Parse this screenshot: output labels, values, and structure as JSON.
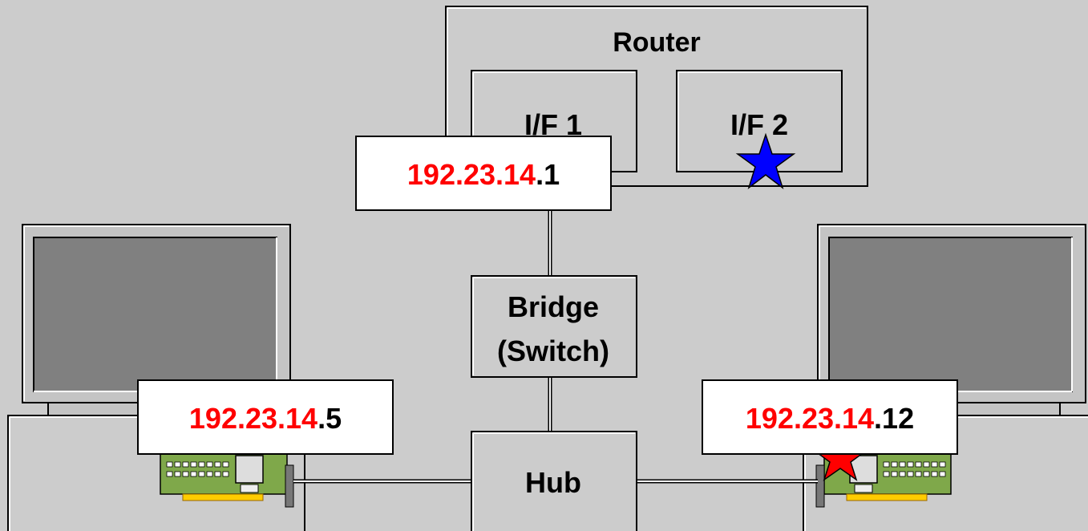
{
  "router": {
    "title": "Router",
    "interface_1": "I/F 1",
    "interface_2": "I/F 2"
  },
  "bridge": {
    "line1": "Bridge",
    "line2": "(Switch)"
  },
  "hub": {
    "label": "Hub"
  },
  "addresses": {
    "router": {
      "network": "192.23.14",
      "host": ".1"
    },
    "left_host": {
      "network": "192.23.14",
      "host": ".5"
    },
    "right_host": {
      "network": "192.23.14",
      "host": ".12"
    }
  },
  "colors": {
    "background": "#cccccc",
    "network_part": "#ff0000",
    "host_part": "#000000",
    "star_blue": "#0000ff",
    "star_red": "#ff0000",
    "nic_board": "#7fa84a",
    "nic_contacts": "#ffcc00",
    "screen": "#808080"
  },
  "icons": {
    "router_marker": "blue-star-icon",
    "host_marker": "red-star-icon",
    "left_nic": "network-card-icon",
    "right_nic": "network-card-icon",
    "left_monitor": "monitor-icon",
    "right_monitor": "monitor-icon"
  }
}
